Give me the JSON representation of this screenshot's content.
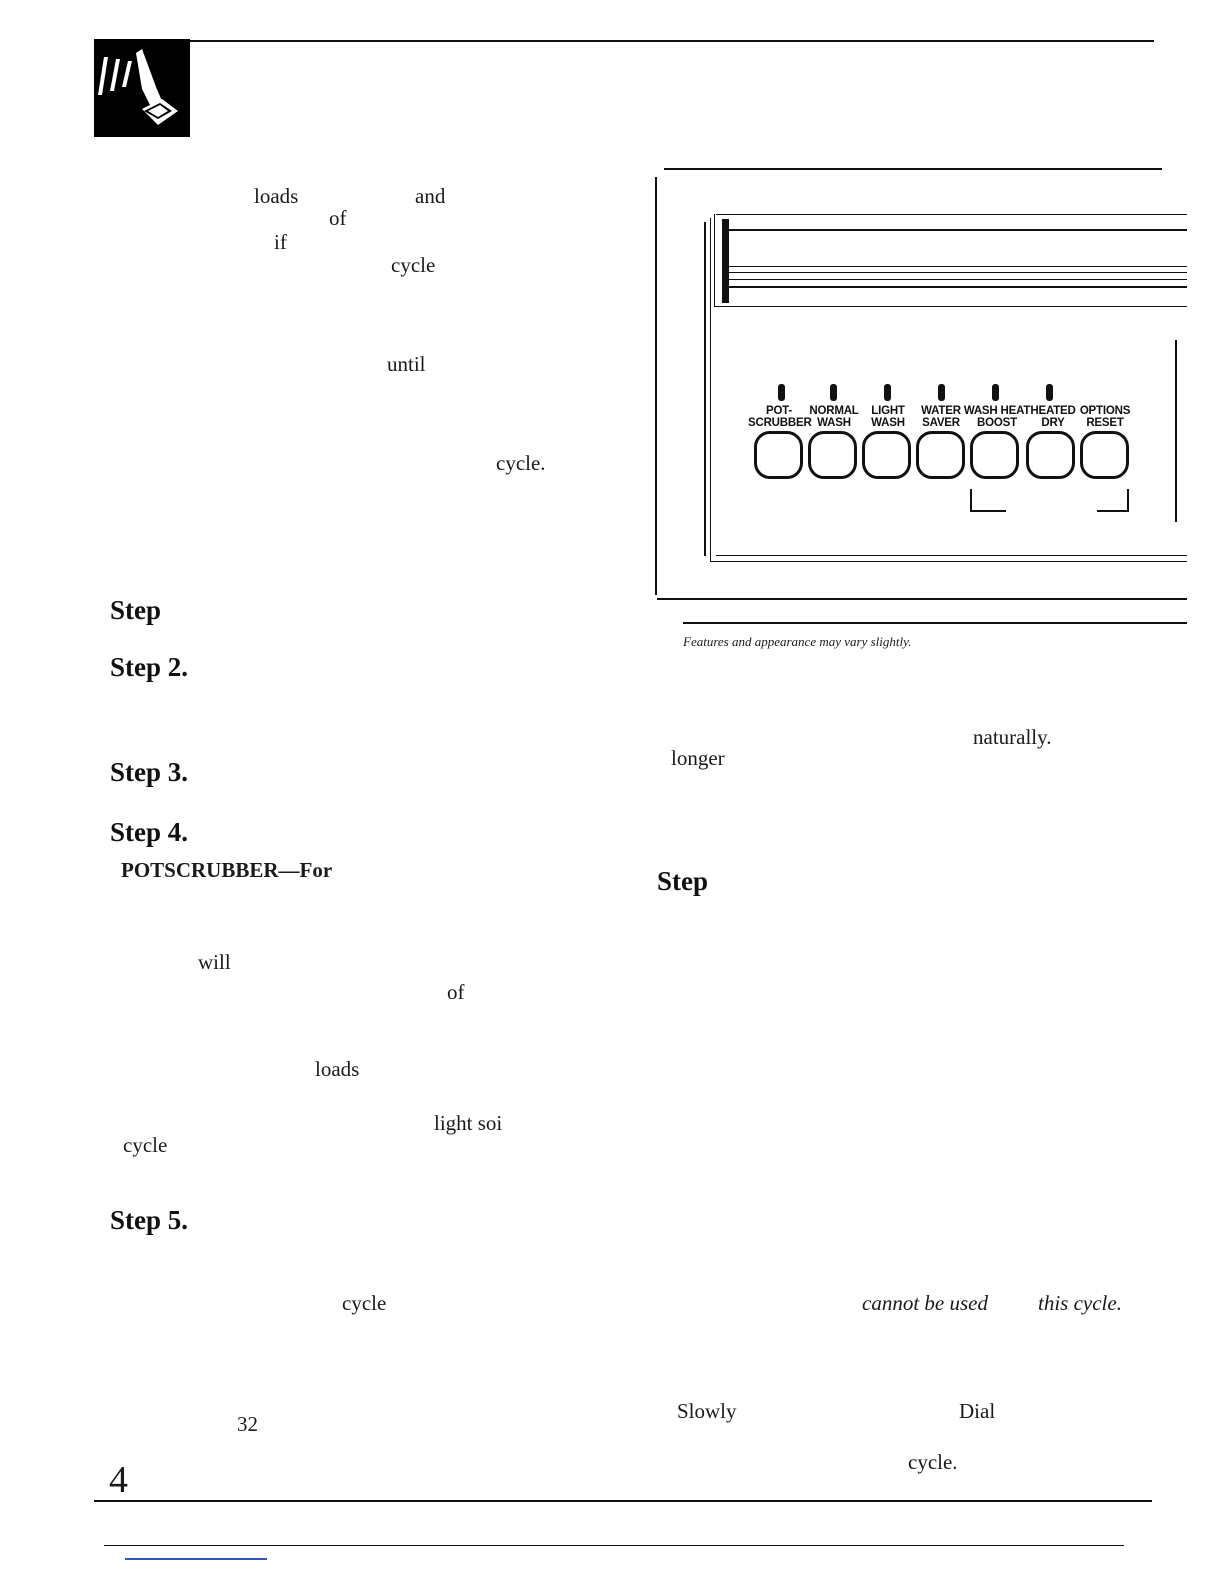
{
  "header": {
    "logo_icon": "hand-pressing-button-icon"
  },
  "left_column": {
    "fragments": [
      {
        "key": "loads",
        "text": "loads"
      },
      {
        "key": "and",
        "text": "and"
      },
      {
        "key": "of1",
        "text": "of"
      },
      {
        "key": "if",
        "text": "if"
      },
      {
        "key": "cycle1",
        "text": "cycle"
      },
      {
        "key": "until",
        "text": "until"
      },
      {
        "key": "cycle2",
        "text": "cycle."
      },
      {
        "key": "will",
        "text": "will"
      },
      {
        "key": "of2",
        "text": "of"
      },
      {
        "key": "loads2",
        "text": "loads"
      },
      {
        "key": "lightsoi",
        "text": "light soi"
      },
      {
        "key": "cycle3",
        "text": "cycle"
      },
      {
        "key": "cycle4",
        "text": "cycle"
      },
      {
        "key": "num32",
        "text": "32"
      }
    ],
    "steps": {
      "step1": "Step",
      "step2": "Step 2.",
      "step3": "Step 3.",
      "step4": "Step 4.",
      "step5": "Step 5."
    },
    "potscrubber": "POTSCRUBBER—For"
  },
  "control_panel": {
    "buttons": [
      {
        "line1": "POT-",
        "line2": "SCRUBBER"
      },
      {
        "line1": "NORMAL",
        "line2": "WASH"
      },
      {
        "line1": "LIGHT",
        "line2": "WASH"
      },
      {
        "line1": "WATER",
        "line2": "SAVER"
      },
      {
        "line1": "WASH HEAT",
        "line2": "BOOST"
      },
      {
        "line1": "HEATED",
        "line2": "DRY"
      },
      {
        "line1": "OPTIONS",
        "line2": "RESET"
      }
    ],
    "caption": "Features and appearance may vary slightly."
  },
  "right_column": {
    "naturally": "naturally.",
    "longer": "longer",
    "step": "Step",
    "cannot_be_used": "cannot be used",
    "this_cycle": "this cycle.",
    "slowly": "Slowly",
    "dial": "Dial",
    "cycle": "cycle."
  },
  "footer": {
    "page_number": "4"
  }
}
